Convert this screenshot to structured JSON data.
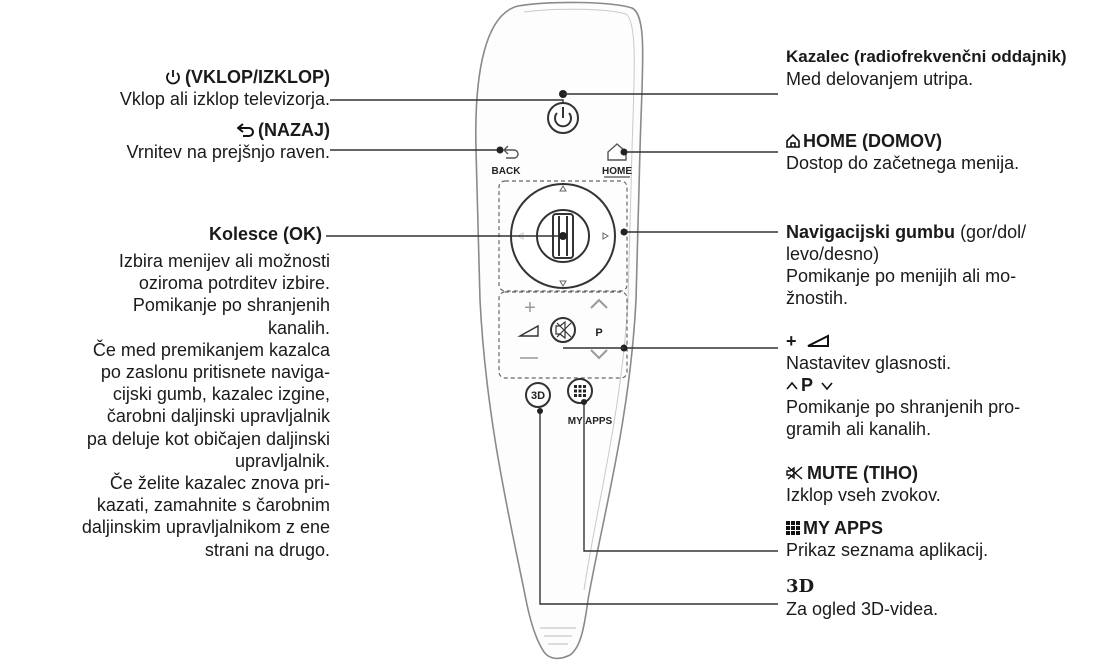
{
  "power": {
    "title": "(VKLOP/IZKLOP)",
    "desc": "Vklop ali izklop televizorja."
  },
  "back": {
    "title": "(NAZAJ)",
    "desc": "Vrnitev na prejšnjo raven."
  },
  "wheel": {
    "title": "Kolesce (OK)",
    "desc_lines": [
      "Izbira menijev ali možnosti",
      "oziroma potrditev izbire.",
      "Pomikanje po shranjenih",
      "kanalih.",
      "Če med premikanjem kazalca",
      "po zaslonu pritisnete naviga-",
      "cijski gumb, kazalec izgine,",
      "čarobni daljinski upravljalnik",
      "pa deluje kot običajen daljinski",
      "upravljalnik.",
      "Če želite kazalec znova pri-",
      "kazati, zamahnite s čarobnim",
      "daljinskim upravljalnikom z ene",
      "strani na drugo."
    ]
  },
  "pointer": {
    "title": "Kazalec (radiofrekvenčni oddajnik)",
    "desc": "Med delovanjem utripa."
  },
  "home": {
    "title": "HOME (DOMOV)",
    "desc": "Dostop do začetnega menija."
  },
  "nav": {
    "title_bold": "Navigacijski gumbu",
    "title_rest": " (gor/dol/",
    "lines": [
      "levo/desno)",
      "Pomikanje po menijih ali mo-",
      "žnostih."
    ]
  },
  "volume": {
    "title": "+",
    "desc": "Nastavitev glasnosti."
  },
  "program": {
    "title": "P",
    "lines": [
      "Pomikanje po shranjenih pro-",
      "gramih ali kanalih."
    ]
  },
  "mute": {
    "title": "MUTE (TIHO)",
    "desc": "Izklop vseh zvokov."
  },
  "myapps": {
    "title": "MY APPS",
    "desc": "Prikaz seznama aplikacij."
  },
  "three_d": {
    "title": "3D",
    "desc": "Za ogled 3D-videa."
  },
  "remote": {
    "back_label": "BACK",
    "home_label": "HOME",
    "p_label": "P",
    "threed_label": "3D",
    "myapps_label": "MY APPS"
  }
}
